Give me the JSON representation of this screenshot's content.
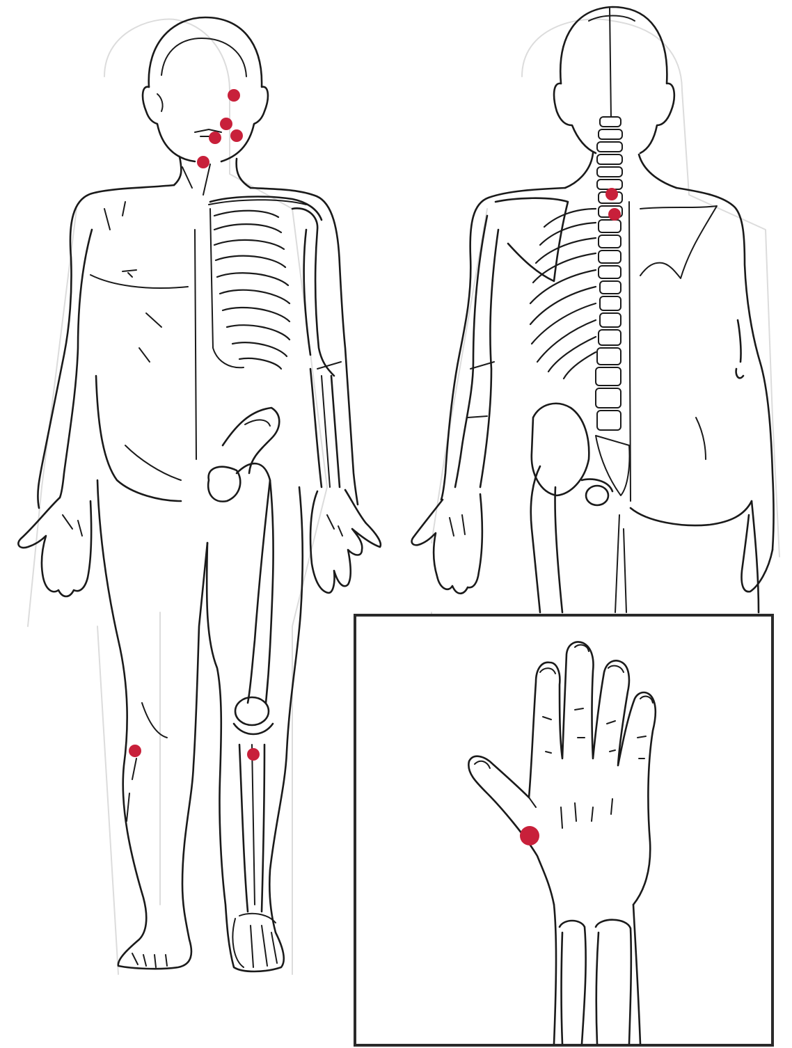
{
  "colors": {
    "line": "#1a1a1a",
    "ghost_outline": "#dcdcdc",
    "trigger_point": "#c8203a",
    "background": "#ffffff"
  },
  "figures": {
    "front_view": {
      "trigger_point_count": 7
    },
    "back_view": {
      "trigger_point_count": 2
    },
    "hand_inset": {
      "trigger_point_count": 1
    }
  }
}
